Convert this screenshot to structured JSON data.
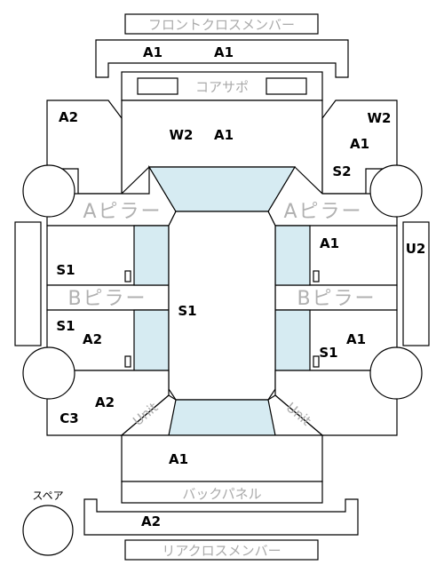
{
  "labels": {
    "front_cross_member": "フロントクロスメンバー",
    "core_support": "コアサポ",
    "a_pillar_left": "Aピラー",
    "a_pillar_right": "Aピラー",
    "b_pillar_left": "Bピラー",
    "b_pillar_right": "Bピラー",
    "back_panel": "バックパネル",
    "rear_cross_member": "リアクロスメンバー",
    "spare": "スペア",
    "unit_left": "Unit",
    "unit_right": "Unit"
  },
  "codes": {
    "front_cross_left": "A1",
    "front_cross_right": "A1",
    "front_left_fender": "A2",
    "front_right_fender_w2": "W2",
    "front_right_fender_a1": "A1",
    "front_right_fender_s2": "S2",
    "bonnet_w2": "W2",
    "bonnet_a1": "A1",
    "right_step": "U2",
    "left_front_door": "S1",
    "right_front_door": "A1",
    "roof": "S1",
    "left_rear_door_s1": "S1",
    "left_rear_door_a2": "A2",
    "right_rear_door_a1": "A1",
    "right_rear_door_s1": "S1",
    "left_quarter_a2": "A2",
    "left_quarter_c3": "C3",
    "trunk": "A1",
    "rear_cross": "A2"
  }
}
